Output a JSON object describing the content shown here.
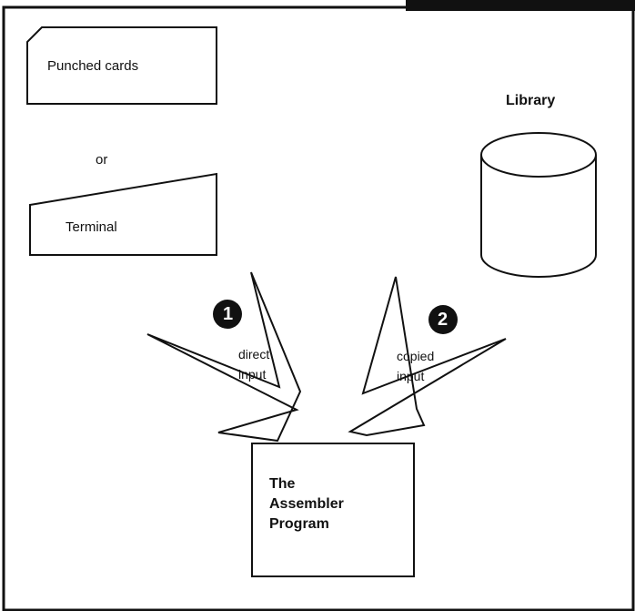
{
  "punched_cards": {
    "label": "Punched cards"
  },
  "or_label": "or",
  "terminal": {
    "label": "Terminal"
  },
  "library": {
    "label": "Library"
  },
  "left_input": {
    "badge": "1",
    "line1": "direct",
    "line2": "input"
  },
  "right_input": {
    "badge": "2",
    "line1": "copied",
    "line2": "input"
  },
  "assembler": {
    "line1": "The",
    "line2": "Assembler",
    "line3": "Program"
  },
  "colors": {
    "ink": "#111111",
    "paper": "#ffffff"
  }
}
